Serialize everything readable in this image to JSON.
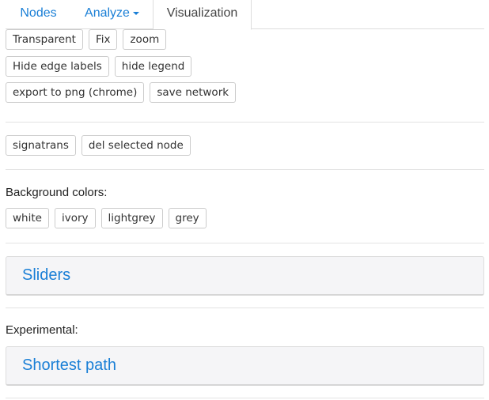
{
  "tabs": [
    {
      "label": "Nodes"
    },
    {
      "label": "Analyze"
    },
    {
      "label": "Visualization"
    }
  ],
  "buttons_row1": [
    "Transparent",
    "Fix",
    "zoom"
  ],
  "buttons_row2": [
    "Hide edge labels",
    "hide legend"
  ],
  "buttons_row3": [
    "export to png (chrome)",
    "save network"
  ],
  "buttons_row4": [
    "signatrans",
    "del selected node"
  ],
  "background": {
    "label": "Background colors:",
    "options": [
      "white",
      "ivory",
      "lightgrey",
      "grey"
    ]
  },
  "sliders": {
    "title": "Sliders"
  },
  "experimental": {
    "label": "Experimental:",
    "title": "Shortest path"
  }
}
